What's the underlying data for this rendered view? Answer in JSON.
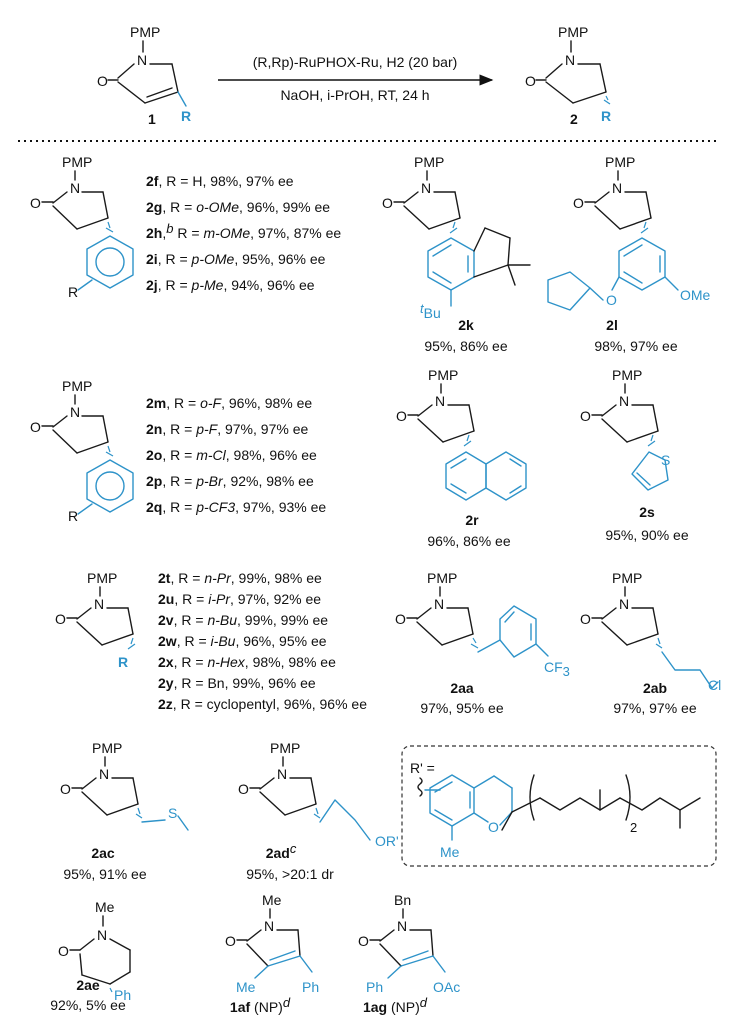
{
  "header": {
    "reaction_catalyst": "(R,Rp)-RuPHOX-Ru, H2 (20 bar)",
    "reaction_conditions": "NaOH, i-PrOH, RT, 24 h",
    "start_label": "1",
    "product_label": "2",
    "n_substituent": "PMP",
    "r_group": "R"
  },
  "aryl_set_1": [
    {
      "id": "2f",
      "note": "",
      "r": "H",
      "yield": "98%",
      "ee": "97% ee"
    },
    {
      "id": "2g",
      "note": "",
      "r": "o-OMe",
      "yield": "96%",
      "ee": "99% ee"
    },
    {
      "id": "2h",
      "note": "b",
      "r": "m-OMe",
      "yield": "97%",
      "ee": "87% ee"
    },
    {
      "id": "2i",
      "note": "",
      "r": "p-OMe",
      "yield": "95%",
      "ee": "96% ee"
    },
    {
      "id": "2j",
      "note": "",
      "r": "p-Me",
      "yield": "94%",
      "ee": "96% ee"
    }
  ],
  "aryl_set_2": [
    {
      "id": "2m",
      "r": "o-F",
      "yield": "96%",
      "ee": "98% ee"
    },
    {
      "id": "2n",
      "r": "p-F",
      "yield": "97%",
      "ee": "97% ee"
    },
    {
      "id": "2o",
      "r": "m-Cl",
      "yield": "98%",
      "ee": "96% ee"
    },
    {
      "id": "2p",
      "r": "p-Br",
      "yield": "92%",
      "ee": "98% ee"
    },
    {
      "id": "2q",
      "r": "p-CF3",
      "yield": "97%",
      "ee": "93% ee"
    }
  ],
  "alkyl_set": [
    {
      "id": "2t",
      "r": "n-Pr",
      "yield": "99%",
      "ee": "98% ee"
    },
    {
      "id": "2u",
      "r": "i-Pr",
      "yield": "97%",
      "ee": "92% ee"
    },
    {
      "id": "2v",
      "r": "n-Bu",
      "yield": "99%",
      "ee": "99% ee"
    },
    {
      "id": "2w",
      "r": "i-Bu",
      "yield": "96%",
      "ee": "95% ee"
    },
    {
      "id": "2x",
      "r": "n-Hex",
      "yield": "98%",
      "ee": "98% ee"
    },
    {
      "id": "2y",
      "r": "Bn",
      "yield": "99%",
      "ee": "96% ee"
    },
    {
      "id": "2z",
      "r": "cyclopentyl",
      "yield": "96%",
      "ee": "96% ee"
    }
  ],
  "compounds": {
    "2k": {
      "label": "2k",
      "result": "95%, 86% ee",
      "sub": "tBu"
    },
    "2l": {
      "label": "2l",
      "result": "98%, 97% ee",
      "sub": "OMe"
    },
    "2r": {
      "label": "2r",
      "result": "96%, 86% ee"
    },
    "2s": {
      "label": "2s",
      "result": "95%, 90% ee",
      "hetero": "S"
    },
    "2aa": {
      "label": "2aa",
      "result": "97%, 95% ee",
      "sub": "CF3"
    },
    "2ab": {
      "label": "2ab",
      "result": "97%, 97% ee",
      "sub": "Cl"
    },
    "2ac": {
      "label": "2ac",
      "result": "95%, 91% ee",
      "hetero": "S"
    },
    "2ad": {
      "label": "2ad",
      "note": "c",
      "result": "95%, >20:1 dr",
      "sub": "OR'"
    },
    "2ae": {
      "label": "2ae",
      "result": "92%, 5% ee",
      "n_sub": "Me",
      "sub": "Ph"
    },
    "1af": {
      "label": "1af",
      "result": "(NP)",
      "note": "d",
      "n_sub": "Me",
      "sub1": "Me",
      "sub2": "Ph"
    },
    "1ag": {
      "label": "1ag",
      "result": "(NP)",
      "note": "d",
      "n_sub": "Bn",
      "sub1": "Ph",
      "sub2": "OAc"
    }
  },
  "r_prime_box": {
    "title": "R' =",
    "me_label": "Me",
    "subscript": "2"
  },
  "atoms": {
    "O": "O",
    "N": "N"
  }
}
